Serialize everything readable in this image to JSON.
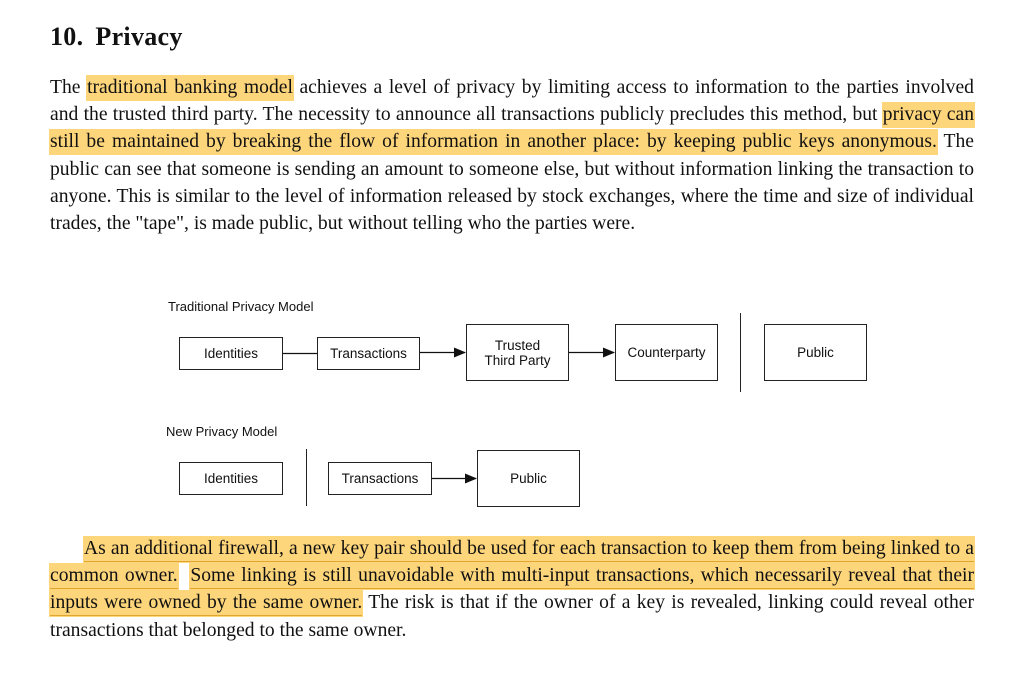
{
  "section": {
    "number": "10.",
    "title": "Privacy"
  },
  "paragraph1": {
    "s1_hl": "traditional banking model",
    "s2": " achieves a level of privacy by limiting access to information to the parties involved and the trusted third party.  The necessity to announce all transactions publicly precludes this method, but ",
    "s3_hl": "privacy can still be maintained by breaking the flow of information in another place: by keeping public keys anonymous.",
    "s4": "  The public can see that someone is sending an amount to someone else, but without information linking the transaction to anyone.  This is similar to the level of information released by stock exchanges, where the time and size of individual trades, the \"tape\", is made public, but without telling who the parties were.",
    "s0": "The "
  },
  "diagram": {
    "traditional": {
      "title": "Traditional Privacy Model",
      "identities": "Identities",
      "transactions": "Transactions",
      "trusted_third_party": "Trusted\nThird Party",
      "counterparty": "Counterparty",
      "public": "Public"
    },
    "new": {
      "title": "New Privacy Model",
      "identities": "Identities",
      "transactions": "Transactions",
      "public": "Public"
    }
  },
  "paragraph2": {
    "s1_hl": "As an additional firewall, a new key pair should be used for each transaction to keep them from being linked to a common owner.",
    "s2_hl": "Some linking is still unavoidable with multi-input transactions, which necessarily reveal that their inputs were owned by the same owner.",
    "s3": "  The risk is that if the owner of a key is revealed, linking could reveal other transactions that belonged to the same owner."
  },
  "colors": {
    "highlight": "#fdd57a",
    "highlight_underline": "#e0a630",
    "text": "#111111"
  }
}
